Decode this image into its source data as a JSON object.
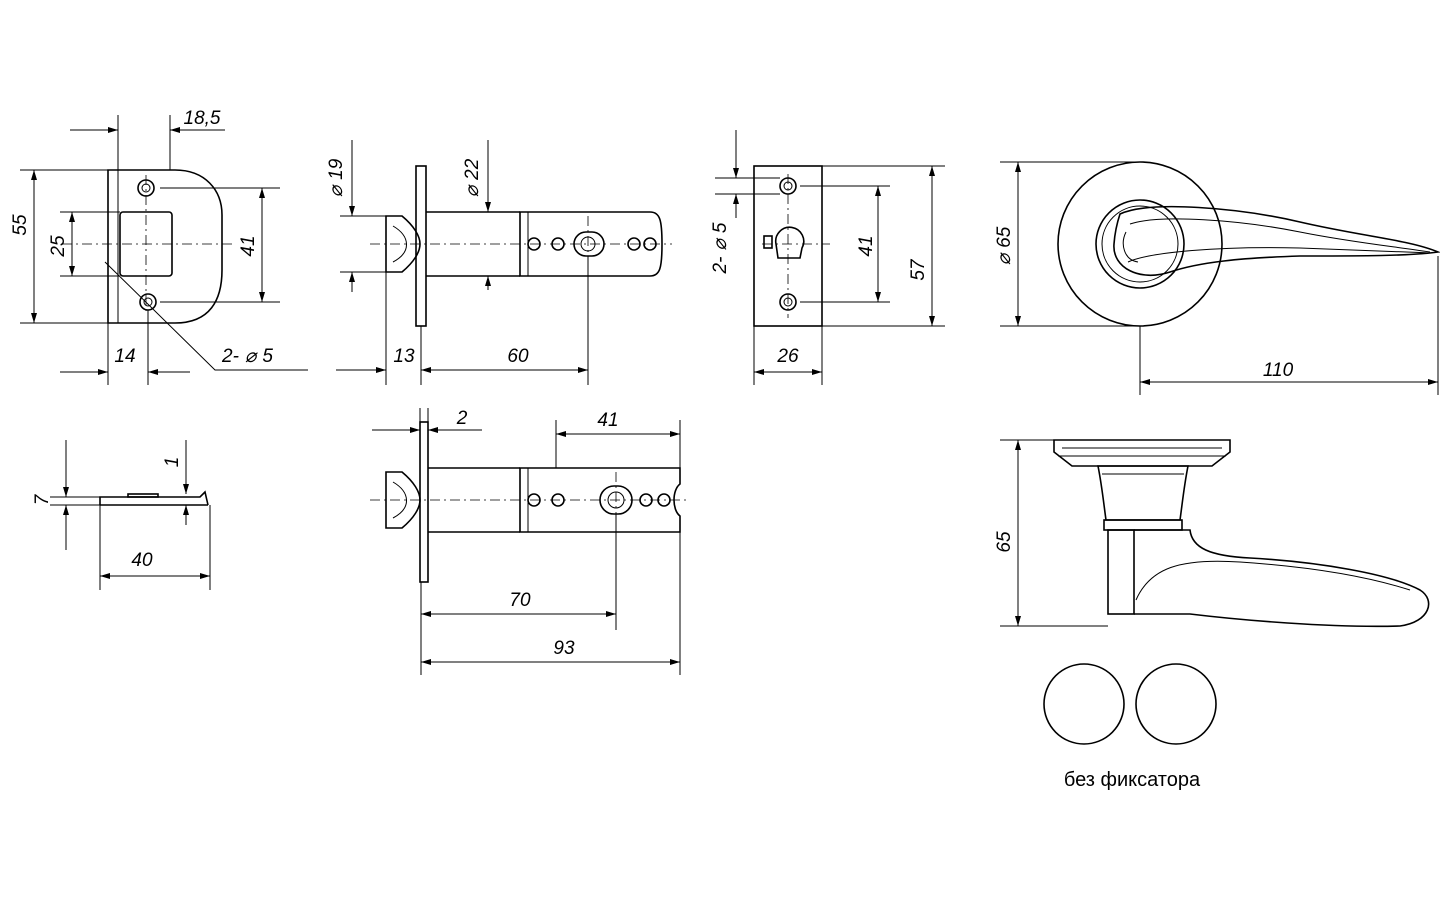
{
  "strike_plate": {
    "width_top": "18,5",
    "height_total": "55",
    "opening": "25",
    "hole_spacing": "41",
    "offset": "14",
    "holes_prefix": "2-",
    "holes_diameter": "5"
  },
  "latch_top": {
    "bolt_diameter": "19",
    "body_diameter": "22",
    "face_offset": "13",
    "backset": "60"
  },
  "face_plate": {
    "holes_prefix": "2-",
    "holes_diameter": "5",
    "hole_spacing": "41",
    "height": "57",
    "width": "26"
  },
  "handle_front": {
    "rose_diameter": "65",
    "length": "110"
  },
  "strike_side": {
    "height": "7",
    "lip": "1",
    "length": "40"
  },
  "latch_bottom": {
    "plate_thickness": "2",
    "adjust": "41",
    "backset": "70",
    "total": "93"
  },
  "handle_side": {
    "height": "65"
  },
  "caption": "без фиксатора",
  "symbols": {
    "diameter": "⌀"
  }
}
